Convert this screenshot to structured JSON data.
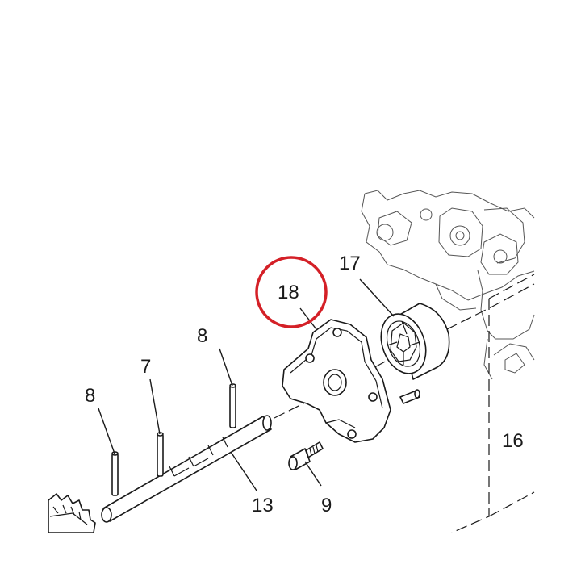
{
  "callouts": {
    "c8_right": "8",
    "c7": "7",
    "c8_left": "8",
    "c13": "13",
    "c9": "9",
    "c17": "17",
    "c18": "18",
    "c16": "16"
  },
  "highlight": {
    "target": "18",
    "color": "#d42027"
  },
  "colors": {
    "line": "#1a1a1a",
    "background": "#ffffff"
  }
}
